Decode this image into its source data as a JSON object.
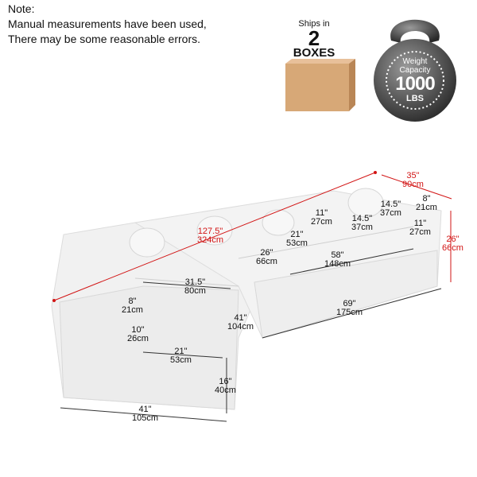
{
  "note": {
    "title": "Note:",
    "line1": "Manual measurements have been used,",
    "line2": "There may be some reasonable errors."
  },
  "shipping": {
    "ships_in": "Ships in",
    "count": "2",
    "unit": "BOXES"
  },
  "weight_capacity": {
    "label1": "Weight",
    "label2": "Capacity",
    "value": "1000",
    "unit": "LBS"
  },
  "dimensions": {
    "total_length_in": "127.5\"",
    "total_length_cm": "324cm",
    "depth_in": "35\"",
    "depth_cm": "90cm",
    "height_in": "26\"",
    "height_cm": "66cm",
    "back_pillow_h_in": "8\"",
    "back_pillow_h_cm": "21cm",
    "pillow_w_in": "14.5\"",
    "pillow_w_cm": "37cm",
    "pillow2_w_in": "14.5\"",
    "pillow2_w_cm": "37cm",
    "armrest_h_in": "11\"",
    "armrest_h_cm": "27cm",
    "back_h_in": "11\"",
    "back_h_cm": "27cm",
    "seat_depth_in": "21\"",
    "seat_depth_cm": "53cm",
    "seat_d2_in": "26\"",
    "seat_d2_cm": "66cm",
    "seat_length_in": "58\"",
    "seat_length_cm": "148cm",
    "corner_in": "31.5\"",
    "corner_cm": "80cm",
    "front_length_in": "69\"",
    "front_length_cm": "175cm",
    "side_depth_in": "41\"",
    "side_depth_cm": "104cm",
    "left_back_in": "8\"",
    "left_back_cm": "21cm",
    "left_arm_in": "10\"",
    "left_arm_cm": "26cm",
    "left_seat_in": "21\"",
    "left_seat_cm": "53cm",
    "seat_height_in": "16\"",
    "seat_height_cm": "40cm",
    "left_width_in": "41\"",
    "left_width_cm": "105cm"
  },
  "colors": {
    "accent": "#d21414",
    "sofa": "#f1f1f1",
    "box": "#d7a877"
  }
}
